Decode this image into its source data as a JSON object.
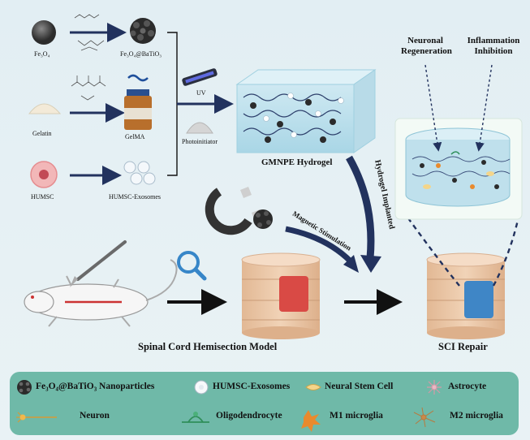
{
  "materials": {
    "fe3o4": "Fe₃O₄",
    "fe3o4_batio3": "Fe₃O₄@BaTiO₃",
    "gelatin": "Gelatin",
    "gelma": "GelMA",
    "humsc": "HUMSC",
    "humsc_exosomes": "HUMSC-Exosomes",
    "uv": "UV",
    "photoinitiator": "Photoinitiator"
  },
  "hydrogel": {
    "title": "GMNPE Hydrogel"
  },
  "effects": {
    "neuronal_regeneration_line1": "Neuronal",
    "neuronal_regeneration_line2": "Regeneration",
    "inflammation_inhibition_line1": "Inflammation",
    "inflammation_inhibition_line2": "Inhibition"
  },
  "arrows": {
    "hydrogel_implanted": "Hydrogel Implanted",
    "magnetic_stimulation": "Magnetic Stimulation"
  },
  "stages": {
    "model": "Spinal Cord Hemisection Model",
    "repair": "SCI Repair"
  },
  "legend": {
    "nanoparticles": "Fe₃O₄@BaTiO₃ Nanoparticles",
    "exosomes": "HUMSC-Exosomes",
    "neural_stem_cell": "Neural Stem Cell",
    "astrocyte": "Astrocyte",
    "neuron": "Neuron",
    "oligodendrocyte": "Oligodendrocyte",
    "m1_microglia": "M1 microglia",
    "m2_microglia": "M2 microglia"
  },
  "colors": {
    "background": "#e4eff3",
    "arrow_navy": "#22325e",
    "legend_bg": "#6fb9a8",
    "lesion_red": "#d94a45",
    "hydrogel_blue": "#3f86c6",
    "cord_tan": "#e9c6a6"
  }
}
